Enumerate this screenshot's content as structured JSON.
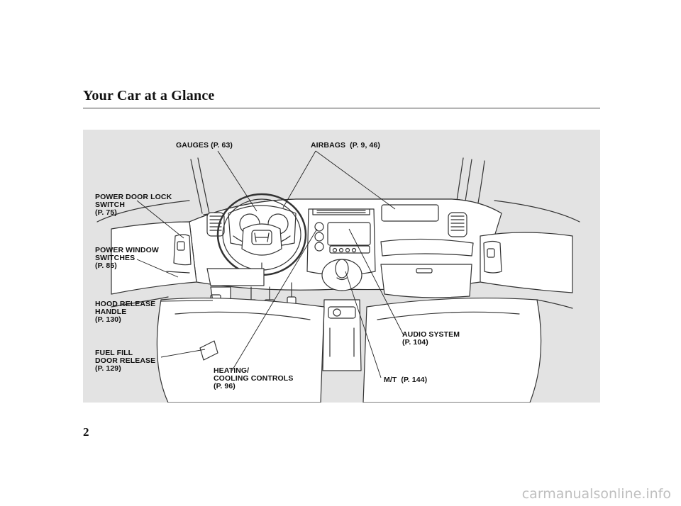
{
  "page": {
    "title": "Your Car at a Glance",
    "page_number": "2",
    "watermark": "carmanualsonline.info"
  },
  "callouts": {
    "gauges": "GAUGES (P. 63)",
    "airbags": "AIRBAGS  (P. 9, 46)",
    "power_door_lock": "POWER DOOR LOCK\nSWITCH\n(P. 75)",
    "power_window": "POWER WINDOW\nSWITCHES\n(P. 85)",
    "hood_release": "HOOD RELEASE\nHANDLE\n(P. 130)",
    "fuel_fill": "FUEL FILL\nDOOR RELEASE\n(P. 129)",
    "heating": "HEATING/\nCOOLING CONTROLS\n(P. 96)",
    "audio": "AUDIO SYSTEM\n(P. 104)",
    "mt": "M/T  (P. 144)"
  },
  "illustration": {
    "subject": "car-dashboard-interior",
    "colors": {
      "background": "#e3e3e3",
      "line": "#333333",
      "fill": "#ffffff"
    }
  }
}
